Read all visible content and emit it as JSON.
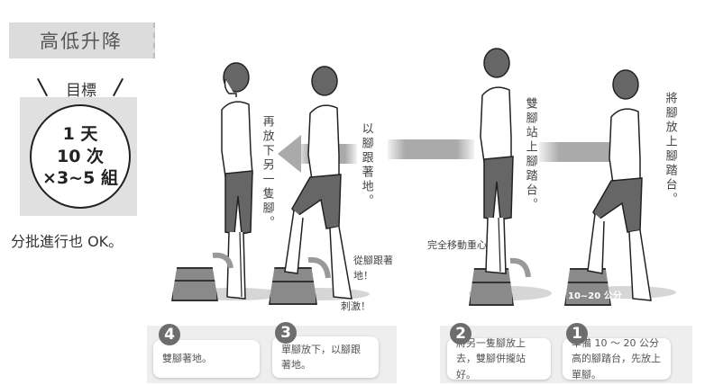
{
  "title": "高低升降",
  "goal": {
    "label": "目標",
    "line1": "1 天",
    "line2": "10 次",
    "line3": "×3~5 組",
    "note": "分批進行也 OK。"
  },
  "figures": [
    {
      "id": "figure-4",
      "caption": "再放下另一隻腳。",
      "pose": "standing-floor"
    },
    {
      "id": "figure-3",
      "caption": "以腳跟著地。",
      "side_note": "從腳跟著地！",
      "impact_note": "刺激！",
      "pose": "one-foot-on-step"
    },
    {
      "id": "figure-2",
      "caption": "雙腳站上腳踏台。",
      "side_note": "完全移動重心",
      "pose": "standing-on-step"
    },
    {
      "id": "figure-1",
      "caption": "將腳放上腳踏台。",
      "height_tag": "10~20 公分",
      "pose": "one-foot-on-step"
    }
  ],
  "steps": [
    {
      "number": "4",
      "text": "雙腳著地。"
    },
    {
      "number": "3",
      "text": "單腳放下，以腳跟著地。"
    },
    {
      "number": "2",
      "text": "將另一隻腳放上去，雙腳併攏站好。"
    },
    {
      "number": "1",
      "text": "準備 10 ～ 20 公分高的腳踏台，先放上單腳。"
    }
  ],
  "colors": {
    "badge": "#6d6d6d",
    "step_box": "#8a8a8a",
    "shorts": "#666666",
    "arrow": "#aaaaaa",
    "banner": "#dcdcdc"
  }
}
